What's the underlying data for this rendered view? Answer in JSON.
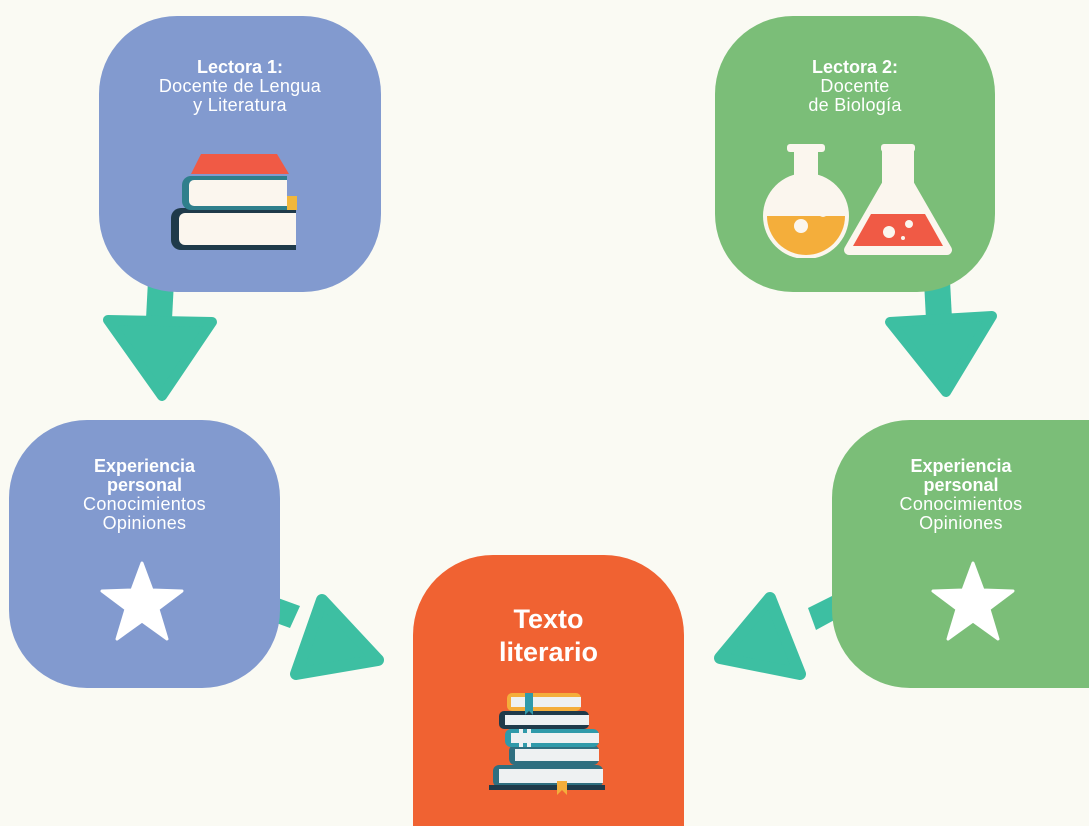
{
  "colors": {
    "background": "#fafaf3",
    "blue_box": "#829acf",
    "green_box": "#7bbe78",
    "orange_box": "#f06232",
    "arrow": "#3dbfa2"
  },
  "lectora_1": {
    "title": "Lectora 1:",
    "line_1": "Docente de Lengua",
    "line_2": "y Literatura",
    "icon": "stacked-books-icon"
  },
  "lectora_2": {
    "title": "Lectora 2:",
    "line_1": "Docente",
    "line_2": "de Biología",
    "icon": "lab-flasks-icon"
  },
  "experiencia_1": {
    "title_1": "Experiencia",
    "title_2": "personal",
    "line_1": "Conocimientos",
    "line_2": "Opiniones",
    "icon": "star-icon"
  },
  "experiencia_2": {
    "title_1": "Experiencia",
    "title_2": "personal",
    "line_1": "Conocimientos",
    "line_2": "Opiniones",
    "icon": "star-icon"
  },
  "texto": {
    "line_1": "Texto",
    "line_2": "literario",
    "icon": "book-pile-icon"
  }
}
